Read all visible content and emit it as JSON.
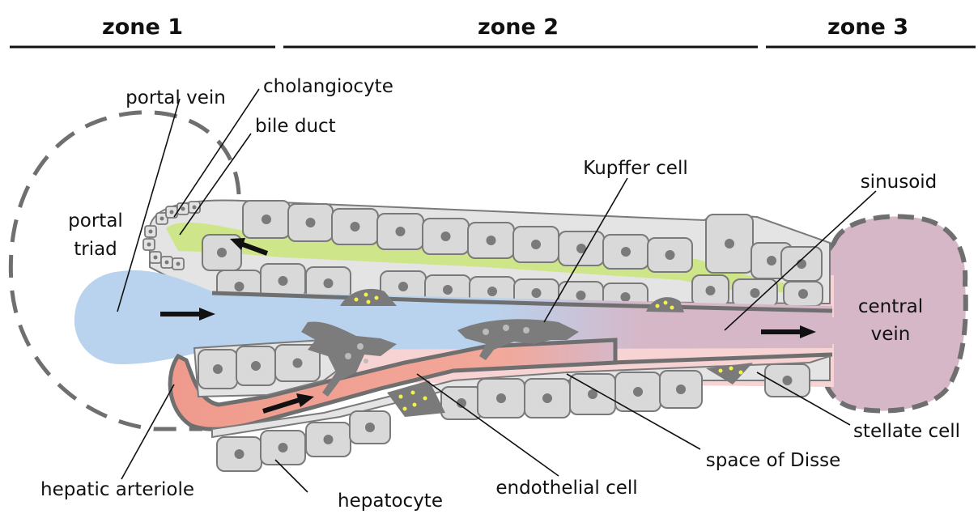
{
  "zones": {
    "zone1": "zone 1",
    "zone2": "zone 2",
    "zone3": "zone 3"
  },
  "labels": {
    "portal_vein": "portal vein",
    "cholangiocyte": "cholangiocyte",
    "bile_duct": "bile duct",
    "portal": "portal",
    "triad": "triad",
    "kupffer_cell": "Kupffer cell",
    "sinusoid": "sinusoid",
    "central": "central",
    "vein": "vein",
    "stellate_cell": "stellate cell",
    "space_of_disse": "space of Disse",
    "endothelial_cell": "endothelial cell",
    "hepatocyte": "hepatocyte",
    "hepatic_arteriole": "hepatic arteriole"
  },
  "colors": {
    "portal_blood": "#b9d3ee",
    "arterial_blood": "#ef9a8c",
    "central_vein": "#d6b7c8",
    "bile": "#cfe58a",
    "hepatocyte": "#d9d9d9",
    "space_of_disse": "#f7d3d3",
    "outline": "#6f6f6f"
  }
}
